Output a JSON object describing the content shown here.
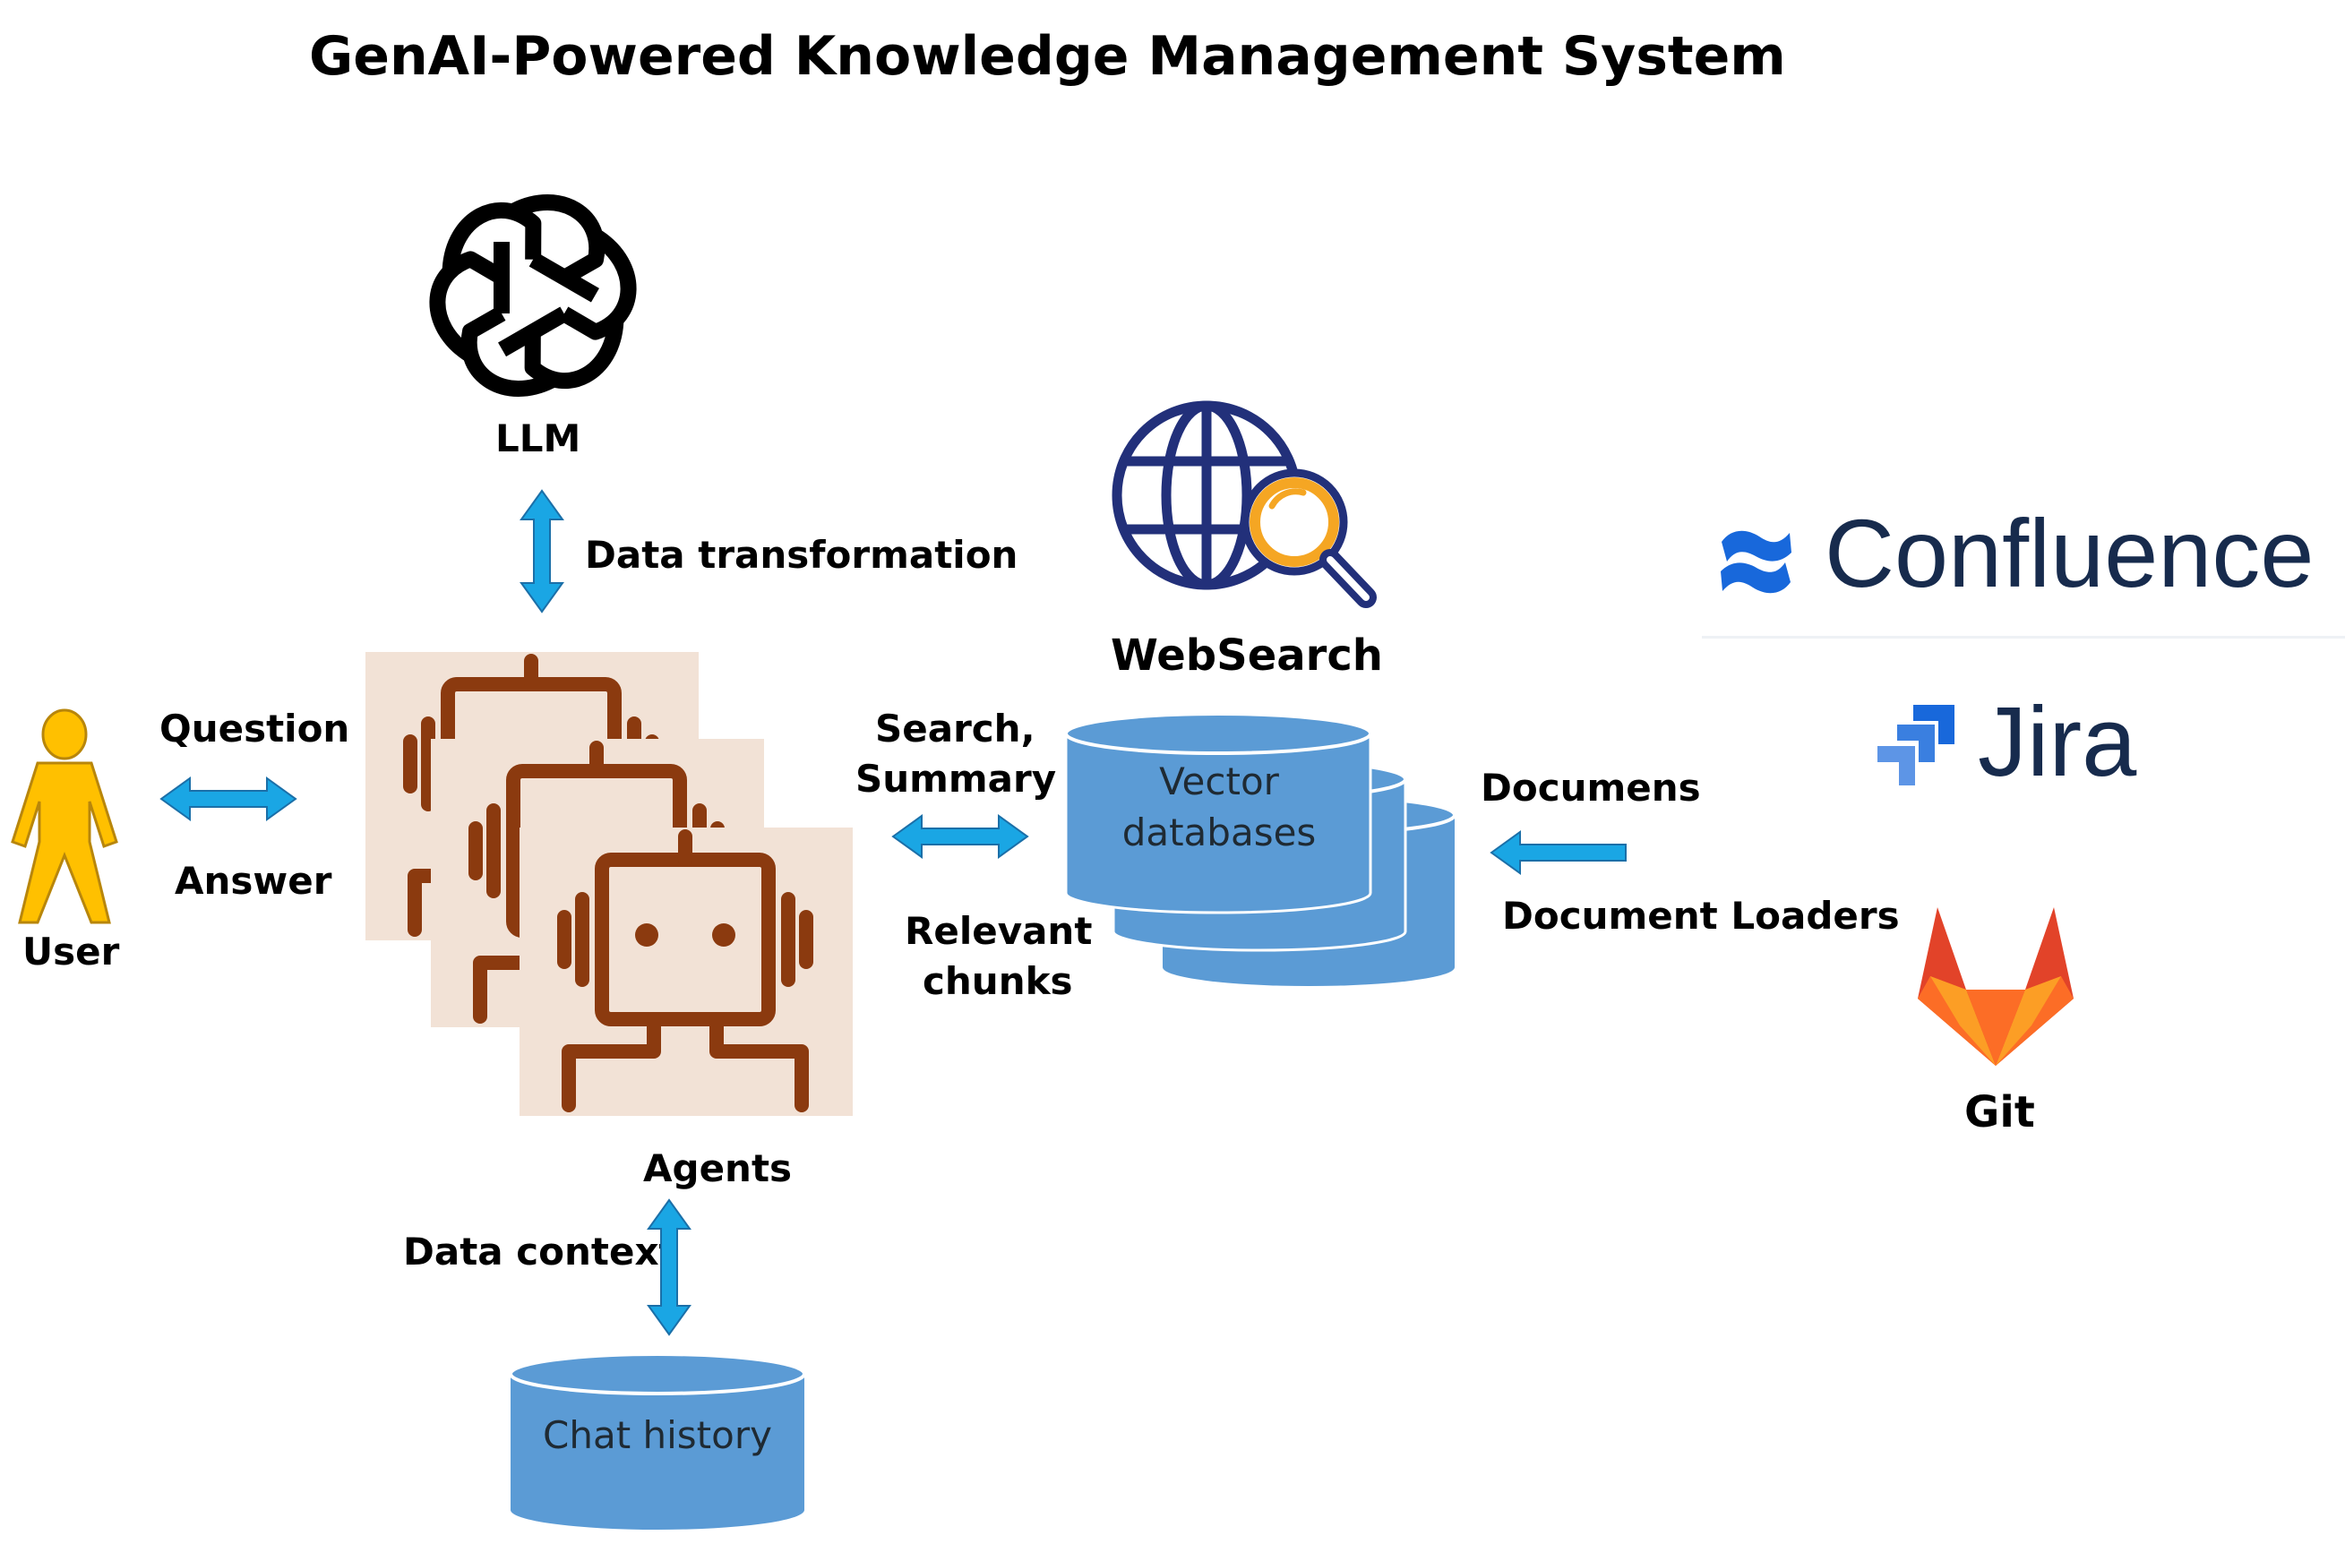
{
  "title": "GenAI-Powered Knowledge Management System",
  "nodes": {
    "llm": "LLM",
    "user": "User",
    "agents": "Agents",
    "websearch": "WebSearch",
    "git": "Git",
    "vector_db_line1": "Vector",
    "vector_db_line2": "databases",
    "chat_history": "Chat history"
  },
  "edges": {
    "data_transformation": "Data transformation",
    "question": "Question",
    "answer": "Answer",
    "search_line1": "Search,",
    "search_line2": "Summary",
    "relevant_line1": "Relevant",
    "relevant_line2": "chunks",
    "documens": "Documens",
    "document_loaders": "Document Loaders",
    "data_context": "Data context"
  },
  "sources": {
    "confluence": "Confluence",
    "jira": "Jira"
  },
  "colors": {
    "arrow": "#1aa6e4",
    "arrow_outline": "#1b6fa8",
    "cylinder": "#5b9bd5",
    "cylinder_edge": "#ffffff",
    "user": "#ffc000",
    "robot": "#8b3a0f",
    "robot_bg": "#f2e2d6",
    "confluence_blue": "#1868db",
    "jira_blue": "#1868db",
    "gitlab_orange": "#fc6d26",
    "gitlab_red": "#e24329",
    "gitlab_yellow": "#fca326",
    "globe_blue": "#22307a",
    "magnifier_orange": "#f5a623"
  }
}
